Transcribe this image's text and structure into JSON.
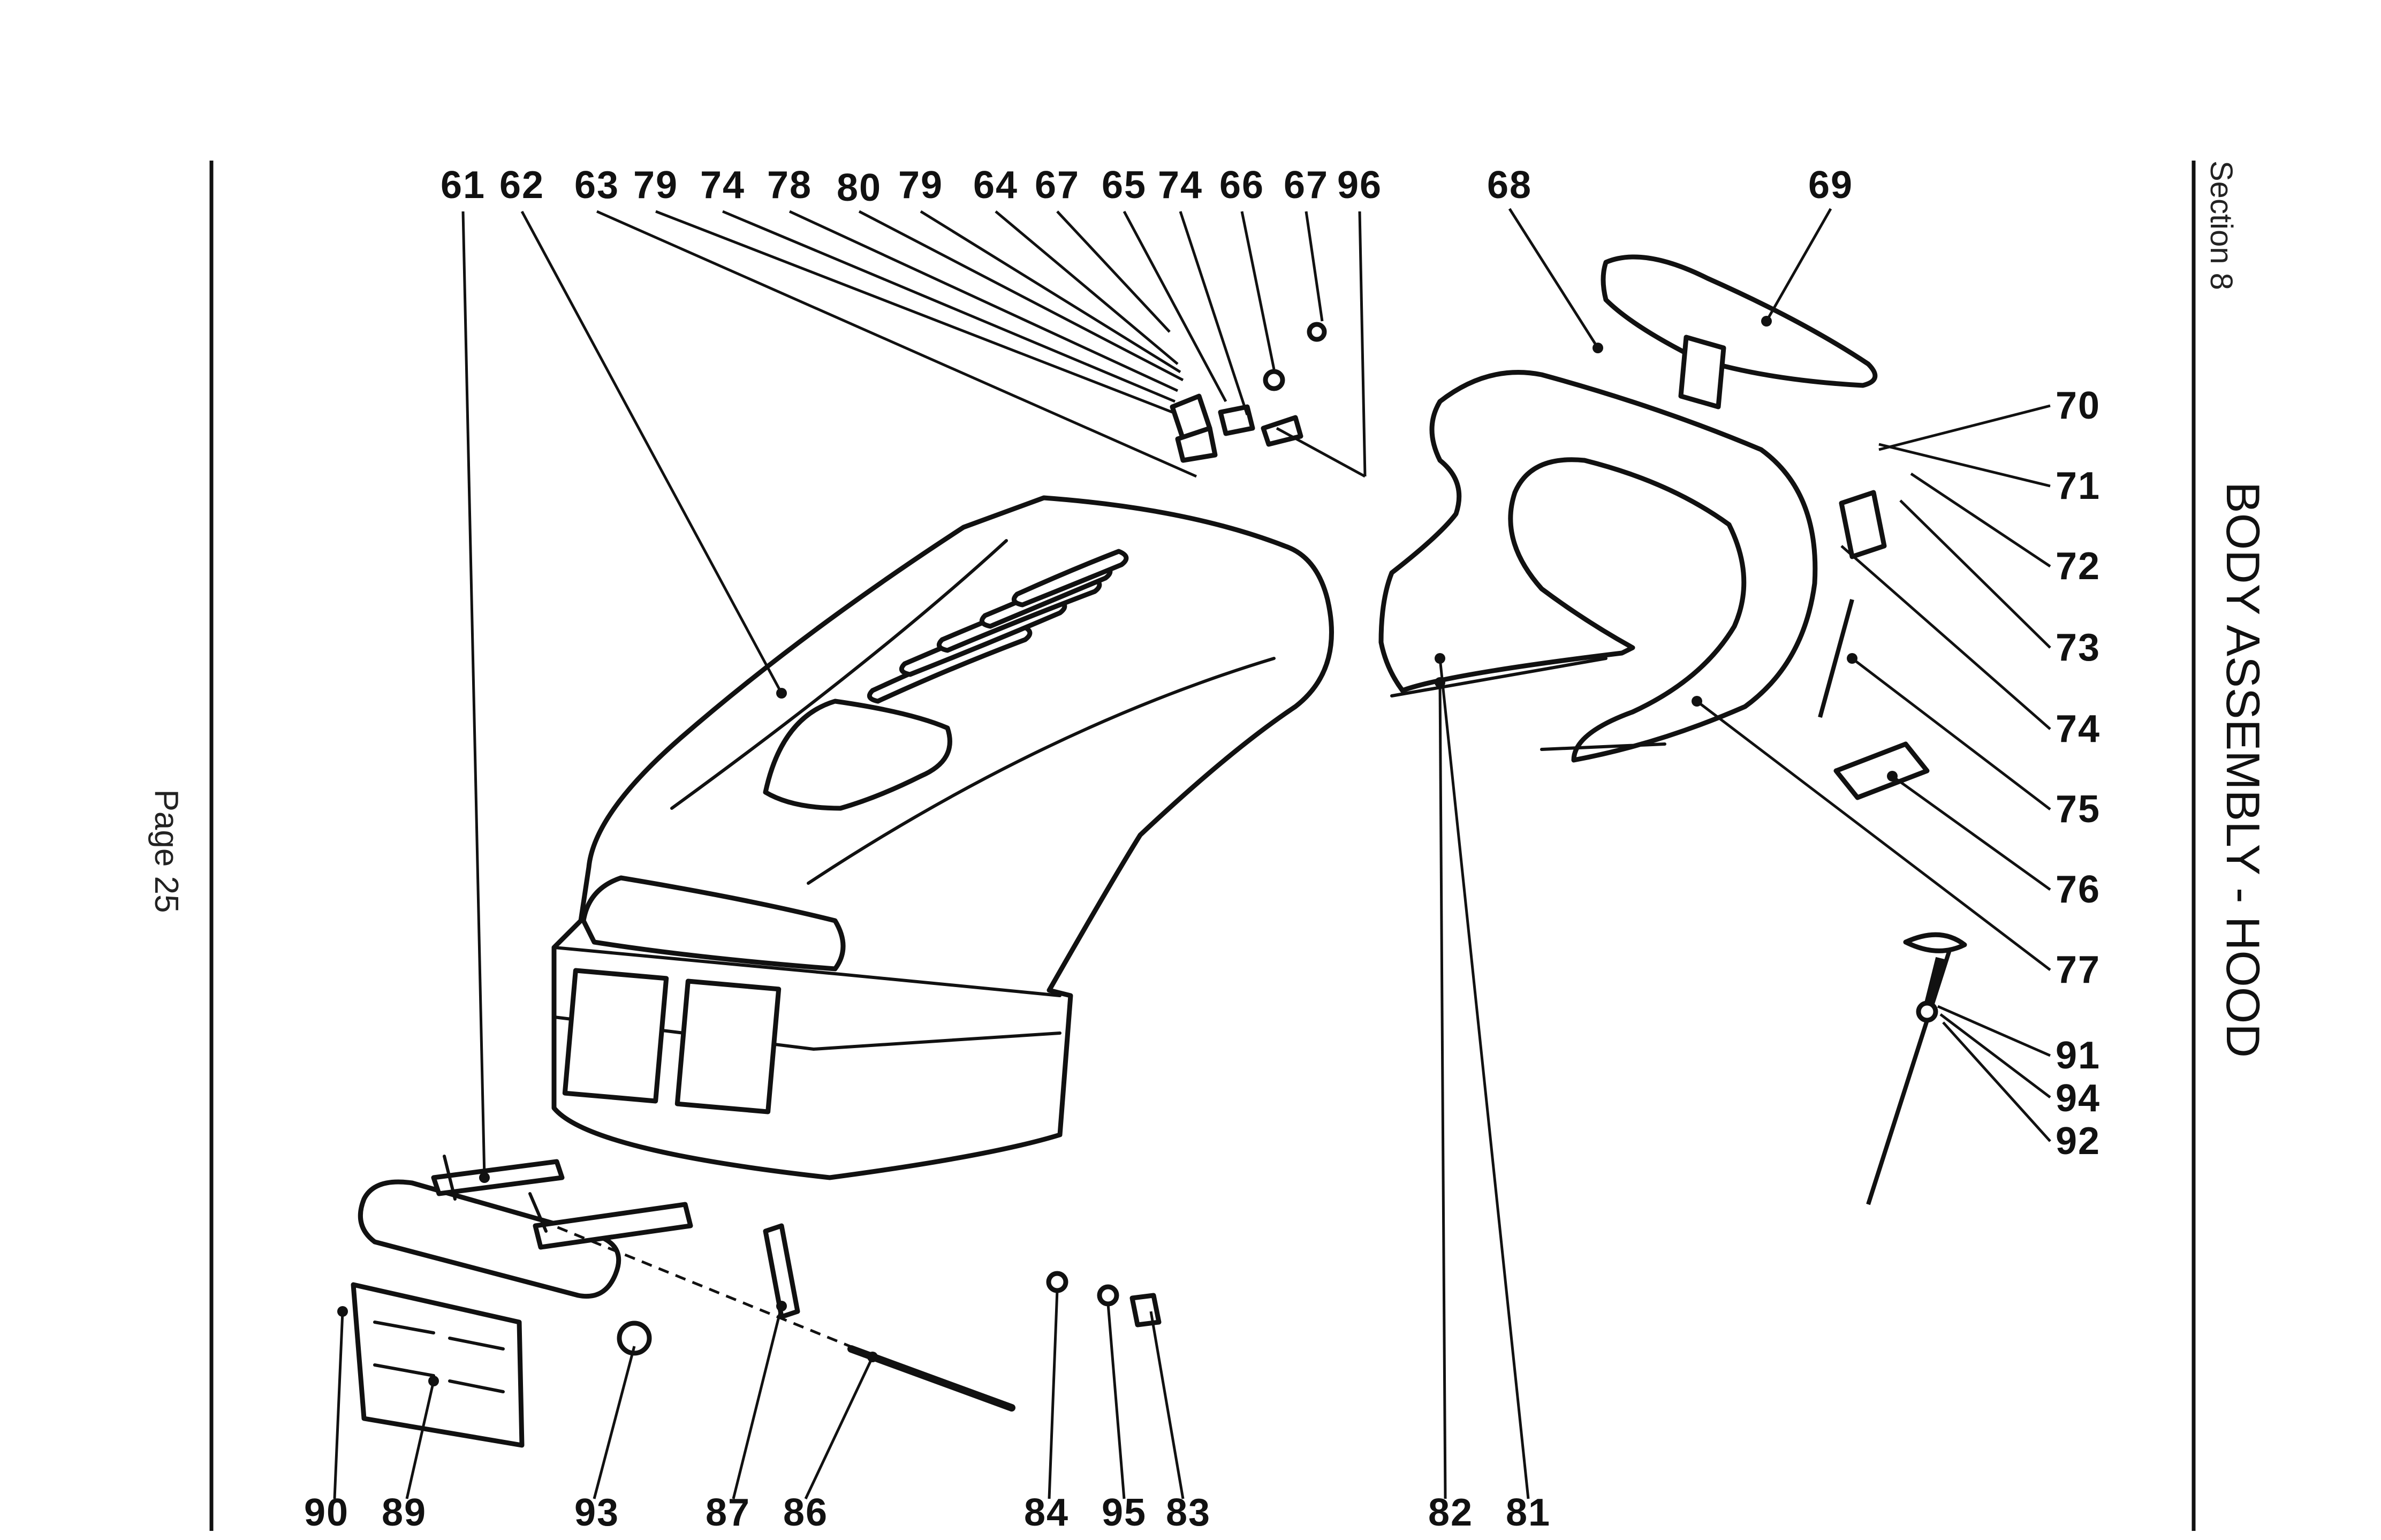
{
  "page_label": "Page 25",
  "section_label": "Section 8",
  "title": "BODY ASSEMBLY - HOOD",
  "callouts_top": [
    "61",
    "62",
    "63",
    "79",
    "74",
    "78",
    "80",
    "79",
    "64",
    "67",
    "65",
    "74",
    "66",
    "67",
    "96",
    "68",
    "69"
  ],
  "callouts_right": [
    "70",
    "71",
    "72",
    "73",
    "74",
    "75",
    "76",
    "77",
    "91",
    "94",
    "92"
  ],
  "callouts_bottom": [
    "90",
    "89",
    "93",
    "87",
    "86",
    "84",
    "95",
    "83",
    "82",
    "81"
  ]
}
